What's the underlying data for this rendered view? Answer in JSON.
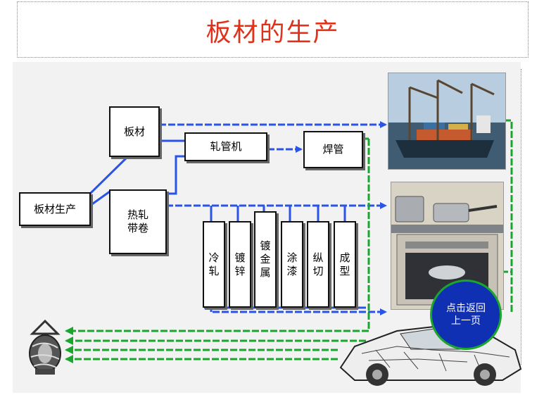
{
  "title": "板材的生产",
  "nodes": {
    "banchai_shengchan": "板材生产",
    "banchai": "板材",
    "rezha": [
      "热轧",
      "带卷"
    ],
    "zhaguanji": "轧管机",
    "hanguan": "焊管"
  },
  "processes": [
    [
      "冷",
      "轧"
    ],
    [
      "镀",
      "锌"
    ],
    [
      "镀",
      "金",
      "属"
    ],
    [
      "涂",
      "漆"
    ],
    [
      "纵",
      "切"
    ],
    [
      "成",
      "型"
    ]
  ],
  "return_button": [
    "点击返回",
    "上一页"
  ],
  "images": [
    "cargo-ship-port",
    "kitchen-stove-oven",
    "car-cutaway",
    "coiled-metal-symbol"
  ],
  "colors": {
    "title": "#e0321a",
    "blue_line": "#2a54e6",
    "green_line": "#1aa52c",
    "button": "#1030b4"
  }
}
